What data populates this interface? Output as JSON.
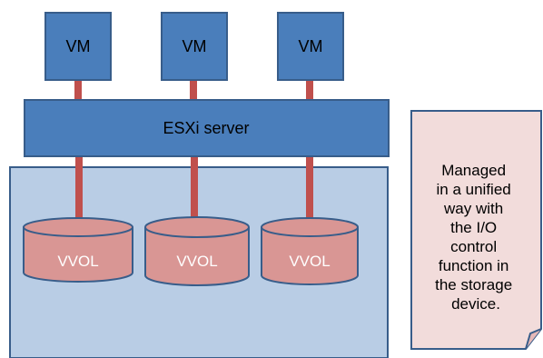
{
  "diagram": {
    "vms": [
      {
        "label": "VM"
      },
      {
        "label": "VM"
      },
      {
        "label": "VM"
      }
    ],
    "server": {
      "label": "ESXi server"
    },
    "vvols": [
      {
        "label": "VVOL"
      },
      {
        "label": "VVOL"
      },
      {
        "label": "VVOL"
      }
    ],
    "note": {
      "lines": [
        "Managed",
        "in a unified",
        "way with",
        "the I/O",
        "control",
        "function in",
        "the storage",
        "device."
      ]
    },
    "colors": {
      "vm_fill": "#4A7EBB",
      "vm_stroke": "#385D8A",
      "server_fill": "#4A7EBB",
      "storage_fill": "#B9CDE5",
      "storage_stroke": "#385D8A",
      "connector": "#C0504D",
      "vvol_fill": "#D99694",
      "vvol_stroke": "#385D8A",
      "vvol_text": "#ffffff",
      "note_fill": "#F2DCDB",
      "note_stroke": "#385D8A"
    }
  }
}
